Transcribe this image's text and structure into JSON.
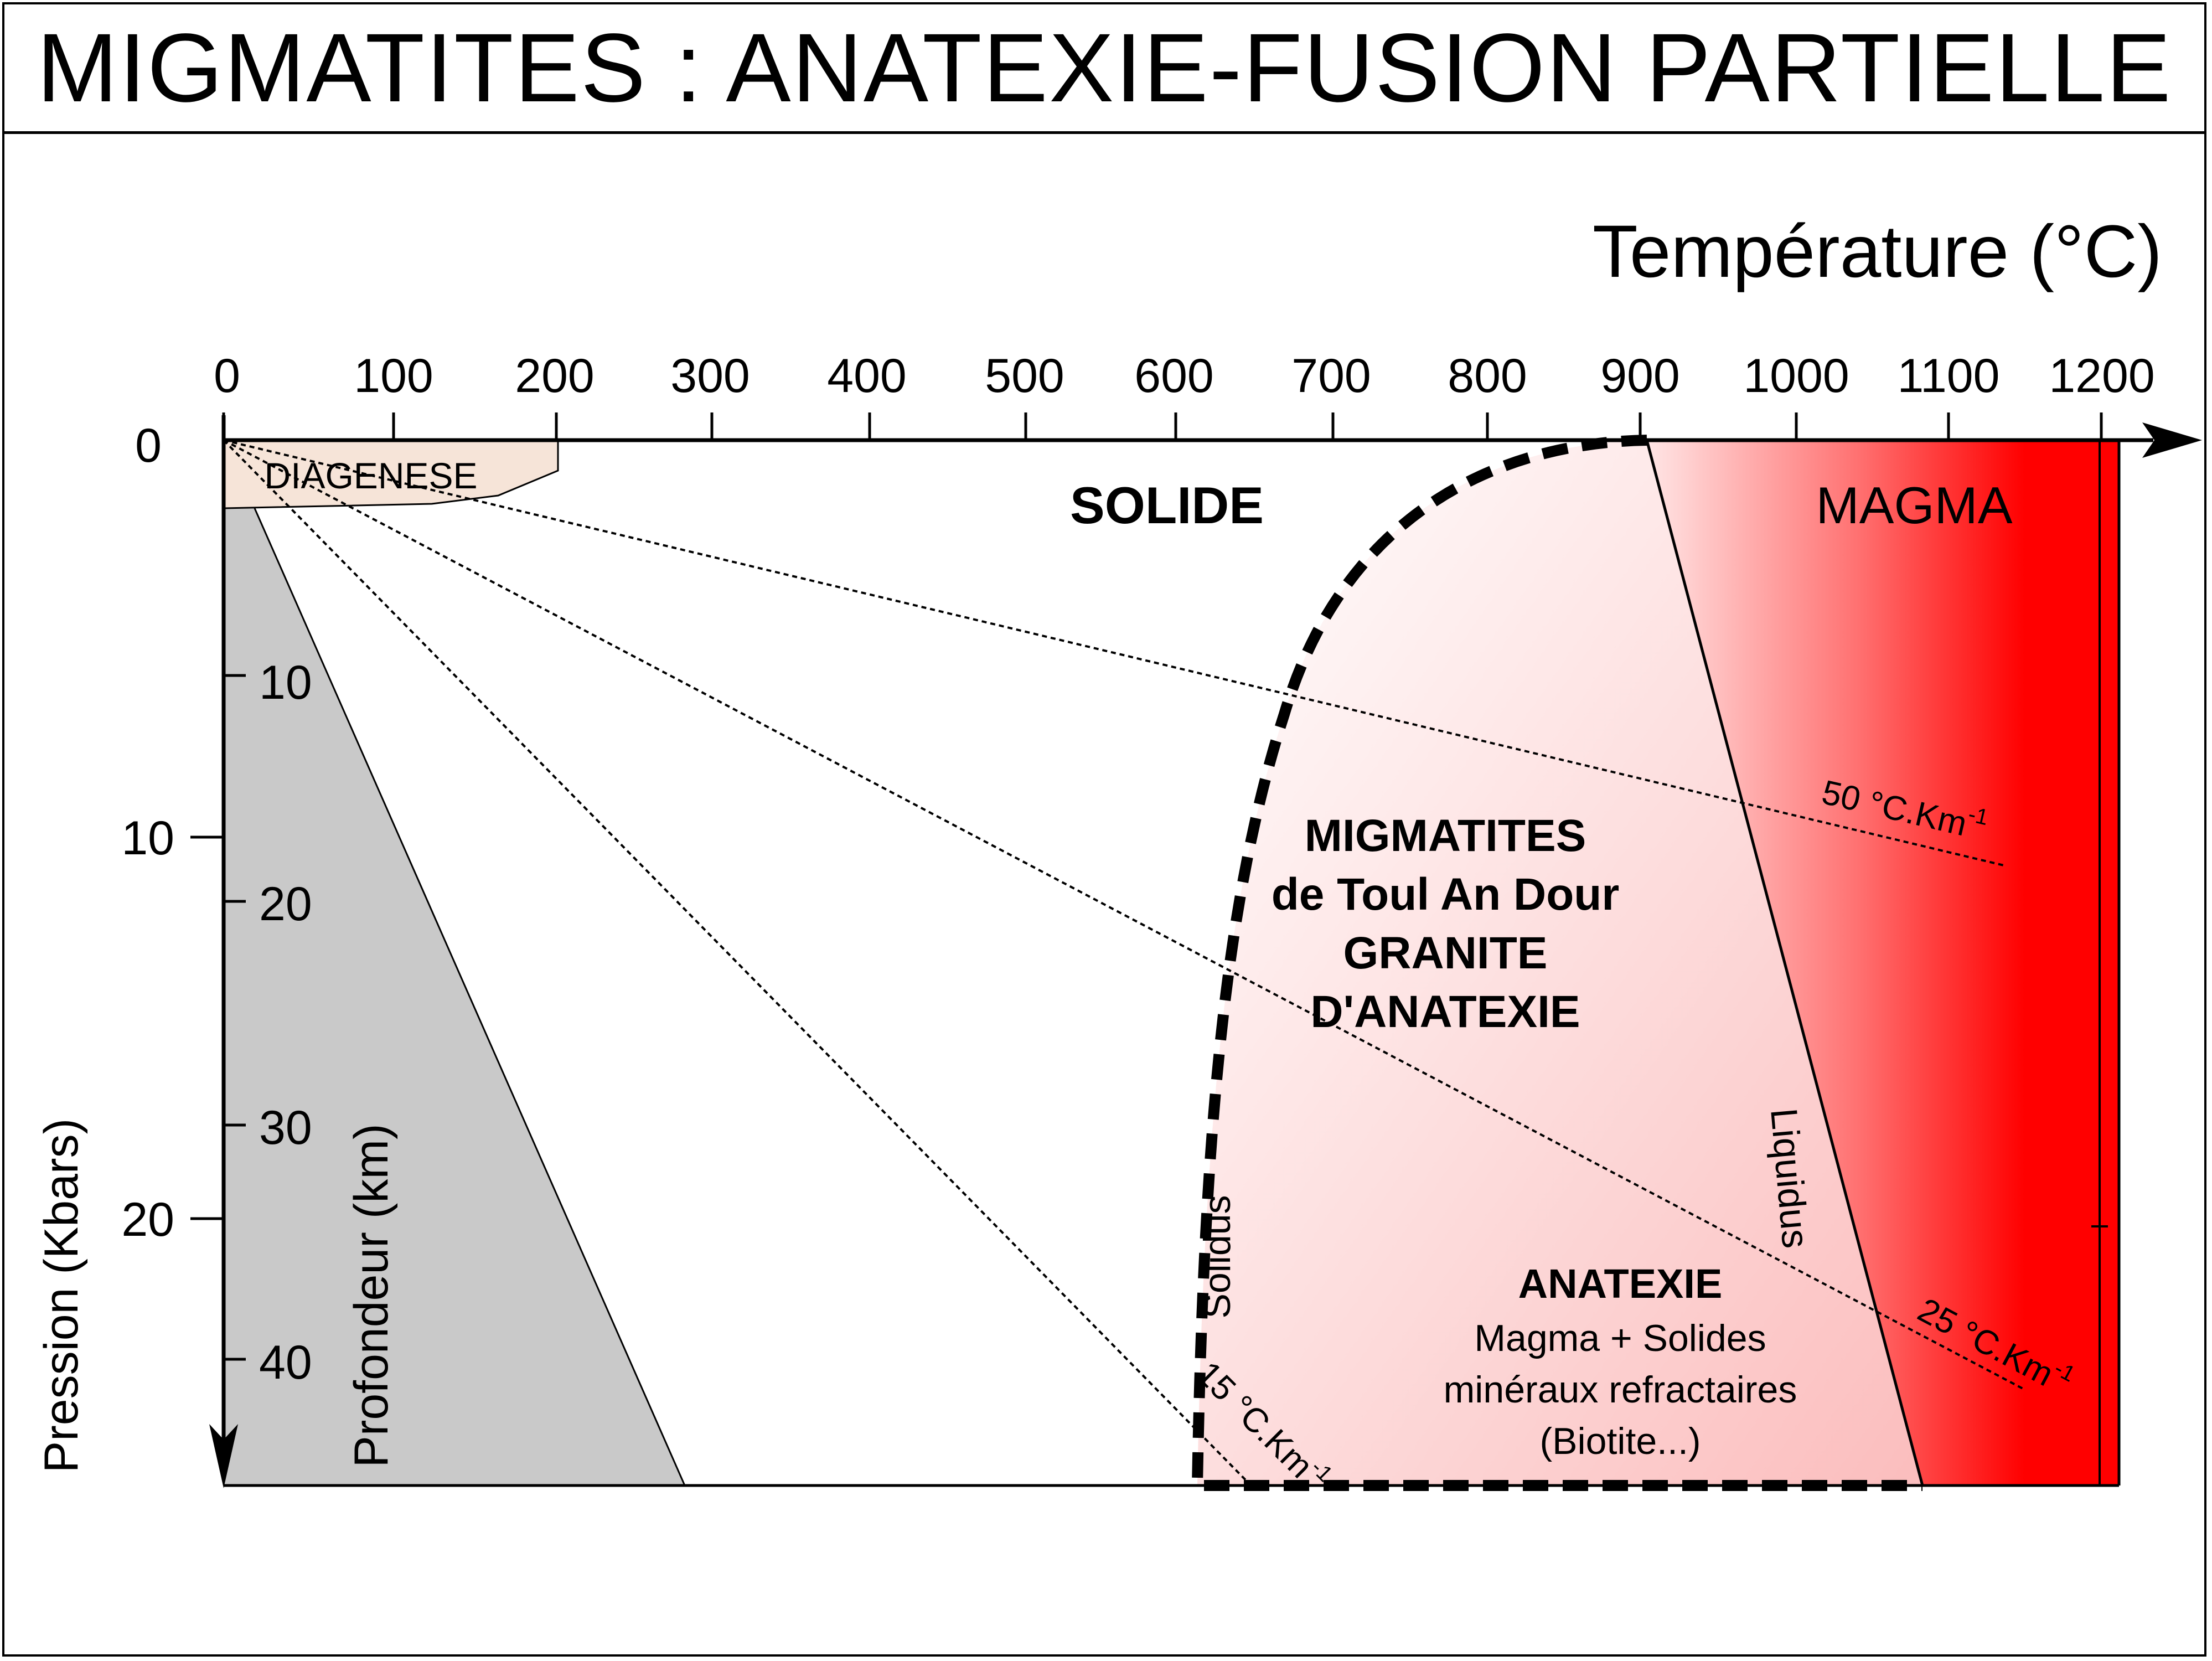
{
  "title": "MIGMATITES : ANATEXIE-FUSION PARTIELLE",
  "axes": {
    "temperature_label": "Température (°C)",
    "temperature_ticks": [
      "0",
      "100",
      "200",
      "300",
      "400",
      "500",
      "600",
      "700",
      "800",
      "900",
      "1000",
      "1100",
      "1200"
    ],
    "pressure_label": "Pression (Kbars)",
    "pressure_ticks": [
      "0",
      "10",
      "20"
    ],
    "depth_label": "Profondeur (km)",
    "depth_ticks": [
      "10",
      "20",
      "30",
      "40"
    ]
  },
  "regions": {
    "diagenese": "DIAGENESE",
    "solide": "SOLIDE",
    "magma": "MAGMA",
    "migmatites_lines": [
      "MIGMATITES",
      "de Toul An Dour",
      "GRANITE",
      "D'ANATEXIE"
    ],
    "anatexie_title": "ANATEXIE",
    "anatexie_lines": [
      "Magma + Solides",
      "minéraux refractaires",
      "(Biotite...)"
    ]
  },
  "curves": {
    "solidus": "Solidus",
    "liquidus": "Liquidus",
    "gradient_50": "50 °C.Km",
    "gradient_25": "25 °C.Km",
    "gradient_15": "15 °C.Km",
    "exponent": "-1"
  },
  "colors": {
    "magma_red": "#ff0000",
    "anatexie_pink": "#fbc4c4",
    "diagenese_fill": "#f6e4d8",
    "crust_gray": "#c9c9c9"
  }
}
